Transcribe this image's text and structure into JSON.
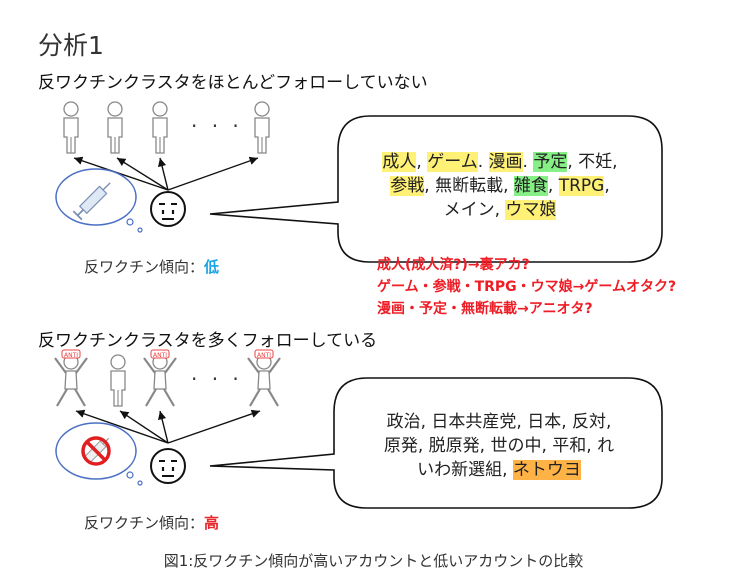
{
  "title": "分析1",
  "section1": {
    "heading": "反ワクチンクラスタをほとんどフォローしていない",
    "dots": "· · ·",
    "keywords": [
      {
        "text": "成人",
        "hl": "y"
      },
      {
        "text": ", ",
        "hl": ""
      },
      {
        "text": "ゲーム",
        "hl": "y"
      },
      {
        "text": ". ",
        "hl": ""
      },
      {
        "text": "漫画",
        "hl": "y"
      },
      {
        "text": ". ",
        "hl": ""
      },
      {
        "text": "予定",
        "hl": "g"
      },
      {
        "text": ", 不妊,",
        "hl": ""
      },
      {
        "text": "\n",
        "hl": ""
      },
      {
        "text": "参戦",
        "hl": "y"
      },
      {
        "text": ", 無断転載, ",
        "hl": ""
      },
      {
        "text": "雑食",
        "hl": "g"
      },
      {
        "text": ", ",
        "hl": ""
      },
      {
        "text": "TRPG",
        "hl": "y"
      },
      {
        "text": ",",
        "hl": ""
      },
      {
        "text": "\n",
        "hl": ""
      },
      {
        "text": "メイン,  ",
        "hl": ""
      },
      {
        "text": "ウマ娘",
        "hl": "y"
      }
    ],
    "tendency_label": "反ワクチン傾向：",
    "tendency_value": "低"
  },
  "notes": [
    "成人(成人済?)→裏アカ?",
    "ゲーム・参戦・TRPG・ウマ娘→ゲームオタク?",
    "漫画・予定・無断転載→アニオタ?"
  ],
  "section2": {
    "heading": "反ワクチンクラスタを多くフォローしている",
    "dots": "· · ·",
    "keywords": [
      {
        "text": "政治, 日本共産党, 日本, 反対,",
        "hl": ""
      },
      {
        "text": "\n",
        "hl": ""
      },
      {
        "text": "原発, 脱原発, 世の中, 平和, れ",
        "hl": ""
      },
      {
        "text": "\n",
        "hl": ""
      },
      {
        "text": "いわ新選組, ",
        "hl": ""
      },
      {
        "text": "ネトウヨ",
        "hl": "o"
      }
    ],
    "tendency_label": "反ワクチン傾向：",
    "tendency_value": "高",
    "badge_text": "ANTI"
  },
  "caption": "図1:反ワクチン傾向が高いアカウントと低いアカウントの比較",
  "colors": {
    "low": "#19a4e6",
    "high": "#e8282b",
    "note": "#ee1c25",
    "highlight_yellow": "#fff176",
    "highlight_green": "#86ef86",
    "highlight_orange": "#ffb347"
  }
}
